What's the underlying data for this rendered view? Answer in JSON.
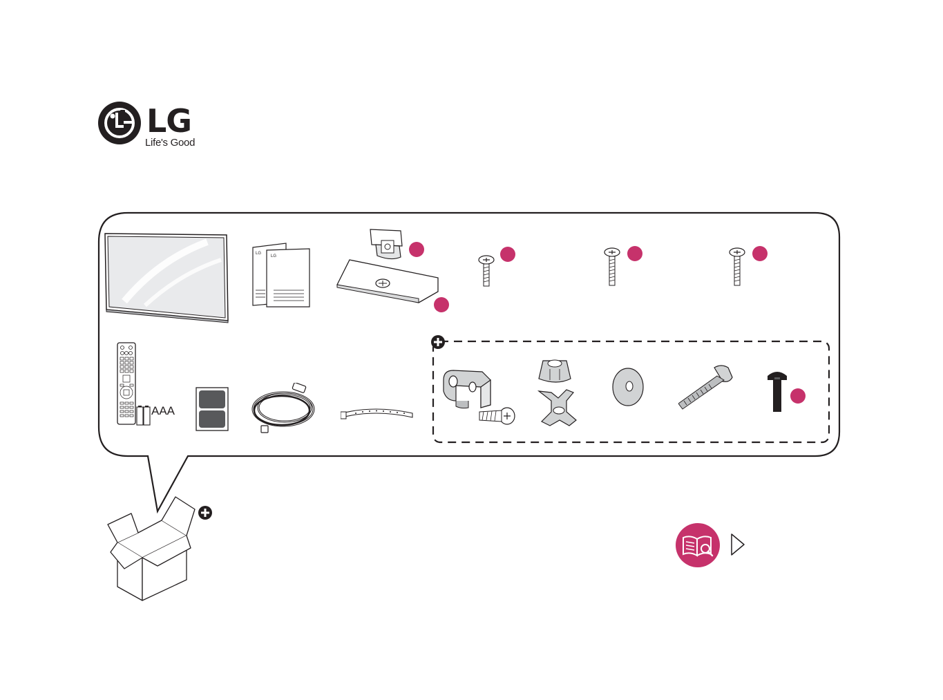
{
  "brand": {
    "logo_text": "LG",
    "tagline": "Life's Good",
    "accent_color": "#c6326b"
  },
  "remote": {
    "battery_label": "AAA"
  },
  "icons": {
    "logo": "lg-face-logo-icon",
    "optional_marker": "plus-circle-icon",
    "manual": "open-book-magnifier-icon",
    "next": "triangle-right-arrow-icon"
  },
  "contents": [
    "tv-panel",
    "owners-manual",
    "stand-body",
    "stand-base",
    "stand-screw",
    "remote-control",
    "batteries",
    "power-adapter",
    "power-cable",
    "cable-holder",
    "cable-clamp",
    "wall-nut",
    "wing-nut",
    "washer",
    "long-bolt",
    "black-bolt"
  ]
}
